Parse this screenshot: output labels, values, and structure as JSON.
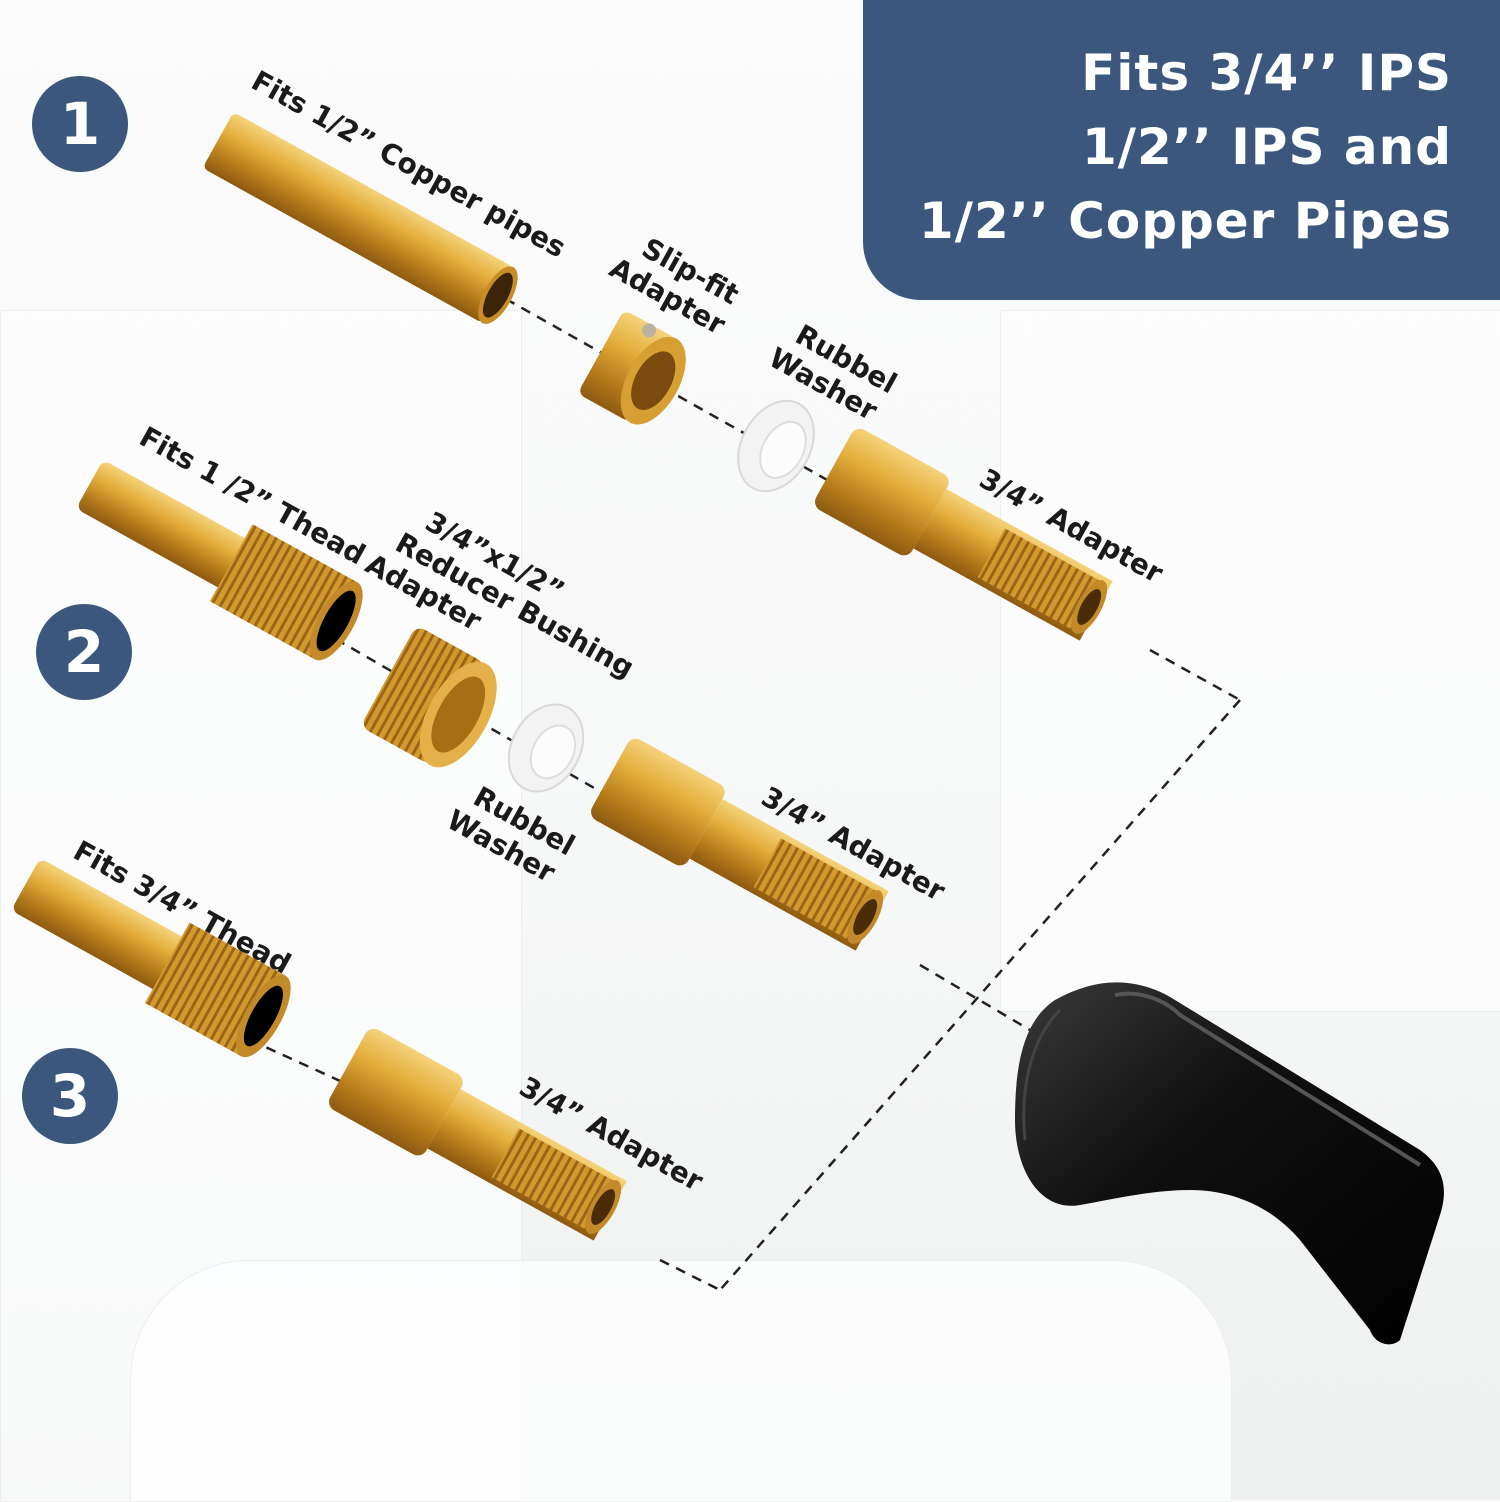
{
  "headline": {
    "line1": "Fits 3/4’’ IPS",
    "line2": "1/2’’ IPS and",
    "line3": "1/2’’ Copper Pipes"
  },
  "steps": [
    "1",
    "2",
    "3"
  ],
  "labels": {
    "copper_pipe": "Fits 1/2” Copper pipes",
    "slip_fit_1": "Slip-fit",
    "slip_fit_2": "Adapter",
    "washer1_1": "Rubbel",
    "washer1_2": "Washer",
    "adapter_row1": "3/4” Adapter",
    "thread_half": "Fits 1 /2” Thead",
    "reducer_1": "3/4”x1/2”",
    "reducer_2": "Reducer Bushing",
    "reducer_3": "Adapter",
    "washer2_1": "Rubbel",
    "washer2_2": "Washer",
    "adapter_row2": "3/4” Adapter",
    "thread_three_quarter": "Fits 3/4” Thead",
    "adapter_row3": "3/4” Adapter"
  },
  "colors": {
    "accent": "#3c577e",
    "brass": "#d9a233",
    "spout": "#111111",
    "washer": "#f3f3f3"
  }
}
